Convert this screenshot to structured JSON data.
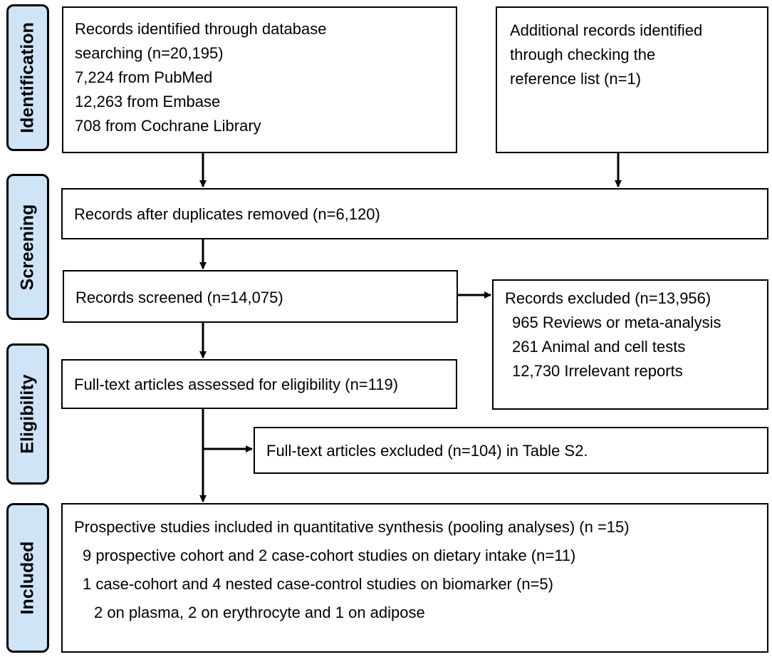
{
  "stages": {
    "identification": "Identification",
    "screening": "Screening",
    "eligibility": "Eligibility",
    "included": "Included"
  },
  "boxes": {
    "database_search": [
      "Records identified through database",
      "searching (n=20,195)",
      "7,224 from PubMed",
      "12,263 from Embase",
      "708 from Cochrane Library"
    ],
    "additional_records": [
      "Additional records identified",
      "through checking the",
      "reference list (n=1)"
    ],
    "duplicates_removed": "Records after duplicates removed (n=6,120)",
    "records_screened": "Records screened (n=14,075)",
    "records_excluded": [
      "Records excluded (n=13,956)",
      "965 Reviews or meta-analysis",
      "261 Animal and cell tests",
      "12,730 Irrelevant reports"
    ],
    "fulltext_assessed": "Full-text articles assessed for eligibility (n=119)",
    "fulltext_excluded": "Full-text articles excluded (n=104) in Table S2.",
    "included_studies": [
      "Prospective studies included in quantitative synthesis (pooling analyses) (n =15)",
      "9 prospective cohort and 2 case-cohort studies on dietary intake (n=11)",
      "1 case-cohort and 4 nested case-control studies on biomarker (n=5)",
      "2 on plasma, 2 on erythrocyte and 1 on adipose"
    ]
  },
  "colors": {
    "stage_fill": "#cfe4f7",
    "stroke": "#000000"
  }
}
